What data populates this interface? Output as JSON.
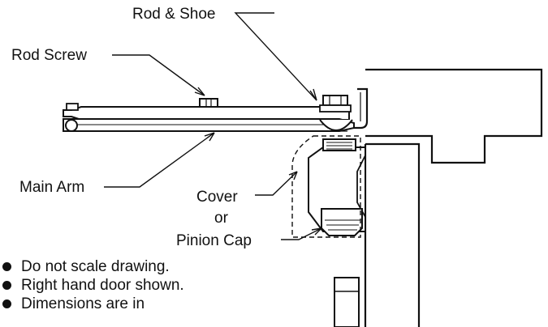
{
  "labels": {
    "rod_shoe": "Rod & Shoe",
    "rod_screw": "Rod Screw",
    "main_arm": "Main Arm",
    "cover": "Cover",
    "or": "or",
    "pinion_cap": "Pinion Cap"
  },
  "notes": [
    "Do not scale drawing.",
    "Right hand door shown.",
    "Dimensions are in"
  ],
  "colors": {
    "line": "#111111",
    "background": "#ffffff"
  }
}
